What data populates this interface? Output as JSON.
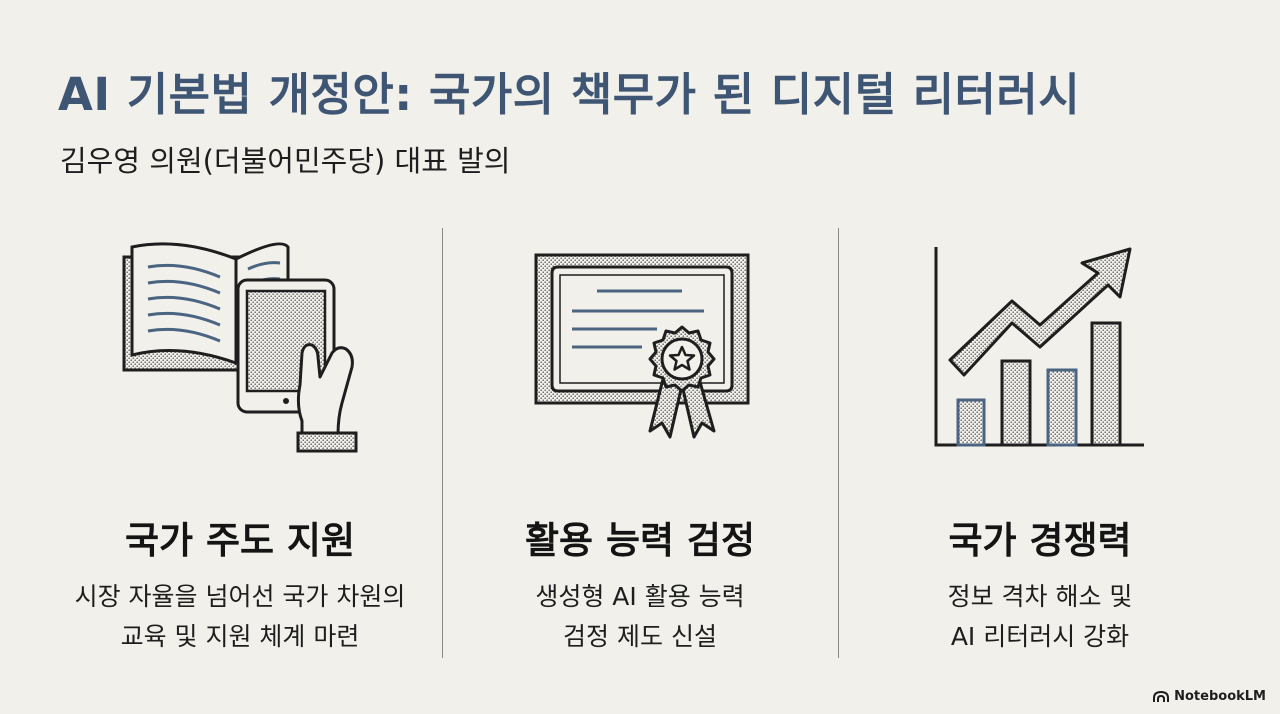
{
  "title": "AI 기본법 개정안: 국가의 책무가 된 디지털 리터러시",
  "subtitle": "김우영 의원(더불어민주당) 대표 발의",
  "columns": [
    {
      "icon": "book-tablet-icon",
      "heading": "국가 주도 지원",
      "line1": "시장 자율을 넘어선 국가 차원의",
      "line2": "교육 및 지원 체계 마련"
    },
    {
      "icon": "certificate-icon",
      "heading": "활용 능력 검정",
      "line1": "생성형 AI 활용 능력",
      "line2": "검정 제도 신설"
    },
    {
      "icon": "growth-chart-icon",
      "heading": "국가 경쟁력",
      "line1": "정보 격차 해소 및",
      "line2": "AI 리터러시 강화"
    }
  ],
  "brand": {
    "name": "NotebookLM",
    "icon": "notebooklm-logo-icon"
  },
  "colors": {
    "title": "#3e5673",
    "accent_blue": "#4a6482",
    "background": "#f1f0eb",
    "ink": "#1e1e1e"
  }
}
